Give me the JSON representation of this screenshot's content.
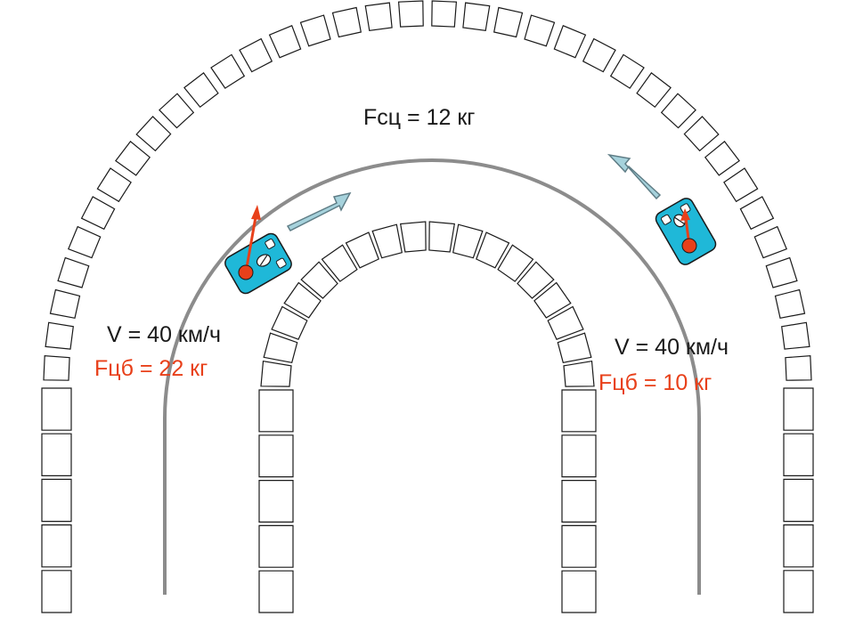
{
  "center": {
    "friction_label": "Fсц = 12 кг"
  },
  "left_car": {
    "speed_label": "V = 40 км/ч",
    "centrifugal_prefix": "Fцб",
    "centrifugal_value": " = 22 кг"
  },
  "right_car": {
    "speed_label": "V = 40 км/ч",
    "centrifugal_prefix": "Fцб",
    "centrifugal_value": " = 10 кг"
  },
  "colors": {
    "car": "#1fb8d8",
    "force_arrow": "#e8401a",
    "motion_arrow": "#a6d2dc",
    "track_line": "#8c8c8c",
    "text": "#1a1a1a"
  },
  "icons": [
    "car-icon",
    "force-arrow-icon",
    "motion-arrow-icon"
  ]
}
